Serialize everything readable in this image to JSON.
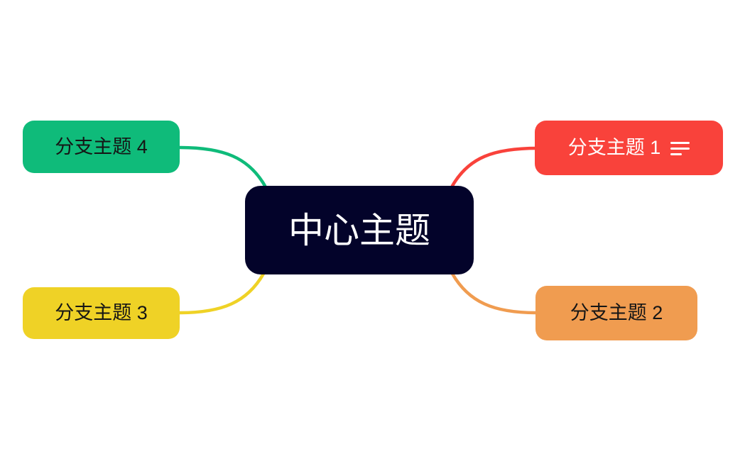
{
  "canvas": {
    "background": "#ffffff"
  },
  "center_topic": {
    "label": "中心主题",
    "bg": "#03032a",
    "text_color": "#ffffff"
  },
  "branches": [
    {
      "label": "分支主题 1",
      "color": "#f9423b",
      "text_color": "#ffffff",
      "notes_icon": true
    },
    {
      "label": "分支主题 2",
      "color": "#f09c50",
      "text_color": "#151515",
      "notes_icon": false
    },
    {
      "label": "分支主题 3",
      "color": "#efd226",
      "text_color": "#151515",
      "notes_icon": false
    },
    {
      "label": "分支主题 4",
      "color": "#0fbb7a",
      "text_color": "#151515",
      "notes_icon": false
    }
  ]
}
